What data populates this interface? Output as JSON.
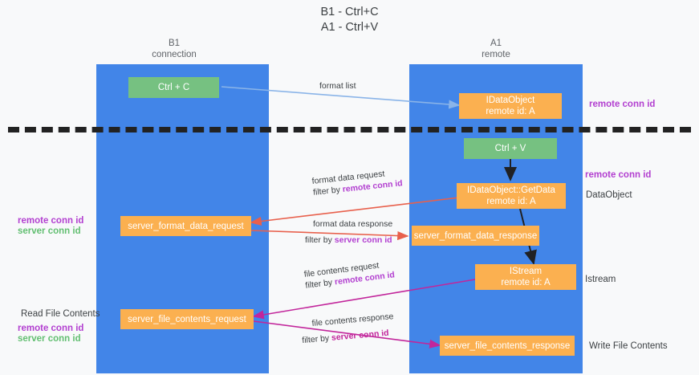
{
  "title": {
    "line1": "B1 - Ctrl+C",
    "line2": "A1 - Ctrl+V"
  },
  "columns": [
    {
      "name": "B1",
      "sub": "connection"
    },
    {
      "name": "A1",
      "sub": "remote"
    }
  ],
  "colors": {
    "lane": "#4285e8",
    "green_box": "#76c181",
    "orange_box": "#fbb050",
    "remote_conn_id": "#b23fd0",
    "server_conn_id": "#63bf72",
    "format_arrow": "#e8604c",
    "file_arrow": "#c2269b",
    "format_list_arrow": "#8ab4e8",
    "black_arrow": "#202124",
    "divider": "#222222"
  },
  "boxes": [
    {
      "id": "ctrl-c",
      "label": "Ctrl + C",
      "sub": ""
    },
    {
      "id": "idataobject",
      "label": "IDataObject",
      "sub": "remote id: A"
    },
    {
      "id": "ctrl-v",
      "label": "Ctrl + V",
      "sub": ""
    },
    {
      "id": "getdata",
      "label": "IDataObject::GetData",
      "sub": "remote id: A"
    },
    {
      "id": "server-format-data-request",
      "label": "server_format_data_request",
      "sub": ""
    },
    {
      "id": "server-format-data-response",
      "label": "server_format_data_response",
      "sub": ""
    },
    {
      "id": "istream",
      "label": "IStream",
      "sub": "remote id: A"
    },
    {
      "id": "server-file-contents-request",
      "label": "server_file_contents_request",
      "sub": ""
    },
    {
      "id": "server-file-contents-response",
      "label": "server_file_contents_response",
      "sub": ""
    }
  ],
  "edges": [
    {
      "id": "format-list",
      "label": "format list",
      "filter_prefix": "",
      "filter_target": ""
    },
    {
      "id": "format-data-request",
      "label": "format data request",
      "filter_prefix": "filter by ",
      "filter_target": "remote conn id"
    },
    {
      "id": "format-data-response",
      "label": "format data response",
      "filter_prefix": "filter by ",
      "filter_target": "server conn id"
    },
    {
      "id": "file-contents-request",
      "label": "file contents request",
      "filter_prefix": "filter by ",
      "filter_target": "remote conn id"
    },
    {
      "id": "file-contents-response",
      "label": "file contents response",
      "filter_prefix": "filter by ",
      "filter_target": "server conn id"
    }
  ],
  "annotations": {
    "right": [
      {
        "id": "right-remote-conn-id-1",
        "text": "remote conn id",
        "style": "purple"
      },
      {
        "id": "right-remote-conn-id-2",
        "text": "remote conn id",
        "style": "purple"
      },
      {
        "id": "right-dataobject",
        "text": "DataObject",
        "style": "plain"
      },
      {
        "id": "right-istream",
        "text": "Istream",
        "style": "plain"
      },
      {
        "id": "right-write-file",
        "text": "Write File Contents",
        "style": "plain"
      }
    ],
    "left": [
      {
        "id": "left-remote-conn-id-1",
        "text": "remote conn id",
        "style": "purple"
      },
      {
        "id": "left-server-conn-id-1",
        "text": "server conn id",
        "style": "green"
      },
      {
        "id": "left-read-file",
        "text": "Read File Contents",
        "style": "plain"
      },
      {
        "id": "left-remote-conn-id-2",
        "text": "remote conn id",
        "style": "purple"
      },
      {
        "id": "left-server-conn-id-2",
        "text": "server conn id",
        "style": "green"
      }
    ]
  }
}
